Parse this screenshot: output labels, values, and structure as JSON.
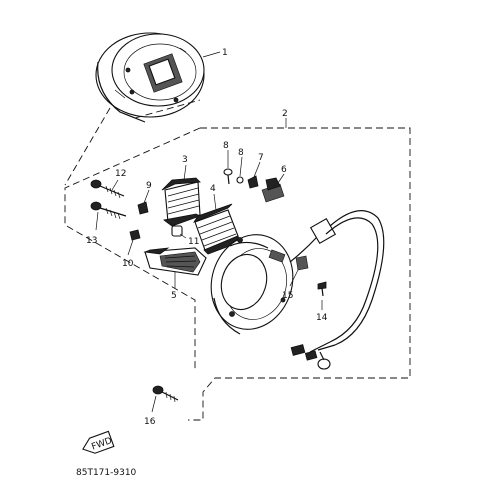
{
  "diagram": {
    "callouts": [
      "1",
      "2",
      "3",
      "4",
      "5",
      "6",
      "7",
      "8",
      "8",
      "9",
      "10",
      "11",
      "12",
      "13",
      "14",
      "15",
      "16"
    ],
    "direction_label": "FWD",
    "part_code": "85T171-9310"
  }
}
